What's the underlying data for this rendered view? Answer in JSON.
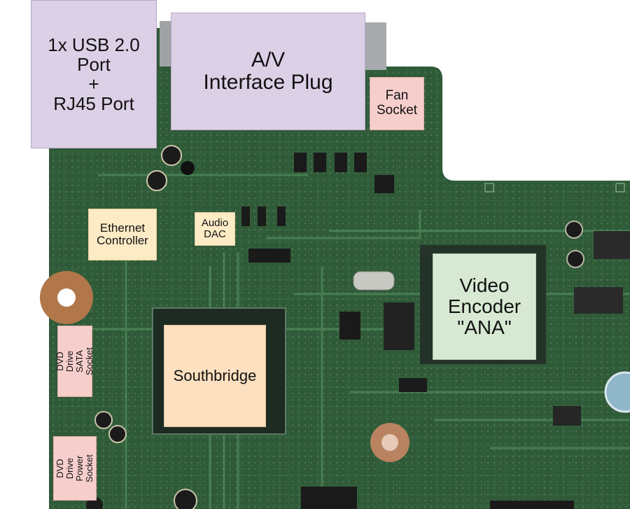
{
  "labels": {
    "usb_rj45": "1x USB 2.0\nPort\n+\nRJ45 Port",
    "av_plug": "A/V\nInterface Plug",
    "fan_socket": "Fan\nSocket",
    "ethernet": "Ethernet\nController",
    "audio_dac": "Audio\nDAC",
    "video_encoder": "Video\nEncoder\n\"ANA\"",
    "southbridge": "Southbridge",
    "dvd_sata": "DVD Drive\nSATA Socket",
    "dvd_power": "DVD Drive\nPower\nSocket"
  },
  "colors": {
    "board": "#2f5a38",
    "board_dark": "#1f3d27",
    "trace": "#4d8a5a",
    "label_purple": "#dcd0e6",
    "label_pink": "#f6cfcc",
    "label_cream": "#fdebc6",
    "label_peach": "#fde0bf",
    "label_mint": "#d7e9d3"
  }
}
